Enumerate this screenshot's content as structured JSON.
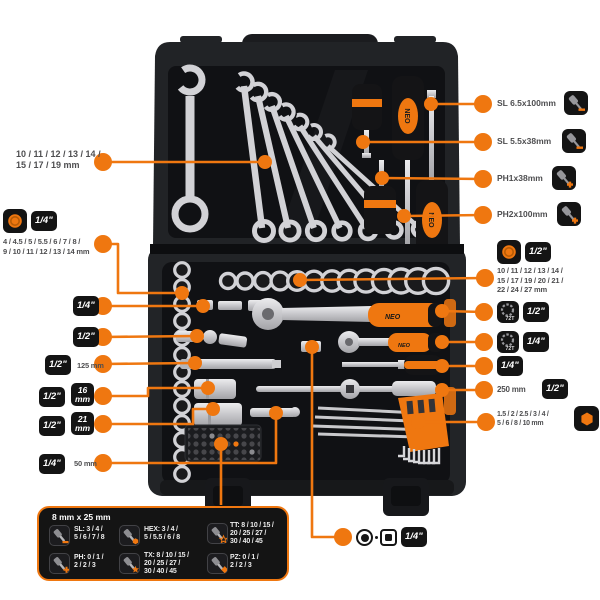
{
  "accent": "#EF7710",
  "badge_bg": "#141414",
  "brand": "NEO",
  "labels": {
    "wrenches": {
      "line1": "10 / 11 / 12 / 13 / 14 /",
      "line2": "15 / 17 / 19 mm"
    },
    "quarter_sockets": {
      "badge": "1/4\"",
      "line1": "4 / 4.5 / 5 / 5.5 / 6 / 7 / 8 /",
      "line2": "9 / 10 / 11 / 12 / 13 / 14 mm"
    },
    "quarter_drive": {
      "badge": "1/4\""
    },
    "half_drive": {
      "badge": "1/2\""
    },
    "ext125": {
      "badge": "1/2\"",
      "text": "125 mm"
    },
    "spark16": {
      "badge": "1/2\"",
      "size_top": "16",
      "size_bottom": "mm"
    },
    "spark21": {
      "badge": "1/2\"",
      "size_top": "21",
      "size_bottom": "mm"
    },
    "ext50": {
      "badge": "1/4\"",
      "text": "50 mm"
    },
    "sd_sl65": {
      "text": "SL 6.5x100mm"
    },
    "sd_sl55": {
      "text": "SL 5.5x38mm"
    },
    "sd_ph1": {
      "text": "PH1x38mm"
    },
    "sd_ph2": {
      "text": "PH2x100mm"
    },
    "half_sockets": {
      "badge": "1/2\"",
      "line1": "10 / 11 / 12 / 13 / 14 /",
      "line2": "15 / 17 / 19 / 20 / 21 /",
      "line3": "22 / 24 / 27 mm"
    },
    "ratchet_half": {
      "badge": "1/2\"",
      "teeth": "72T"
    },
    "ratchet_quarter": {
      "badge": "1/4\"",
      "teeth": "72T"
    },
    "spinner": {
      "badge": "1/4\""
    },
    "tbar": {
      "text": "250 mm",
      "badge": "1/2\""
    },
    "hex_keys": {
      "line1": "1.5 / 2 / 2.5 / 3 / 4 /",
      "line2": "5 / 6 / 8 / 10 mm"
    },
    "adapter": {
      "badge": "1/4\""
    }
  },
  "bits_panel": {
    "header": "8 mm x 25 mm",
    "entries": [
      {
        "type": "SL",
        "text1": "SL: 3 / 4 /",
        "text2": "5 / 6 / 7 / 8"
      },
      {
        "type": "HEX",
        "text1": "HEX: 3 / 4 /",
        "text2": "5 / 5.5 / 6 / 8"
      },
      {
        "type": "TT",
        "text1": "TT: 8 / 10 / 15 /",
        "text2": "20 / 25 / 27 /",
        "text3": "30 / 40 / 45"
      },
      {
        "type": "PH",
        "text1": "PH: 0 / 1 /",
        "text2": "2 / 2 / 3"
      },
      {
        "type": "TX",
        "text1": "TX: 8 / 10 / 15 /",
        "text2": "20 / 25 / 27 /",
        "text3": "30 / 40 / 45"
      },
      {
        "type": "PZ",
        "text1": "PZ: 0 / 1 /",
        "text2": "2 / 2 / 3"
      }
    ]
  }
}
